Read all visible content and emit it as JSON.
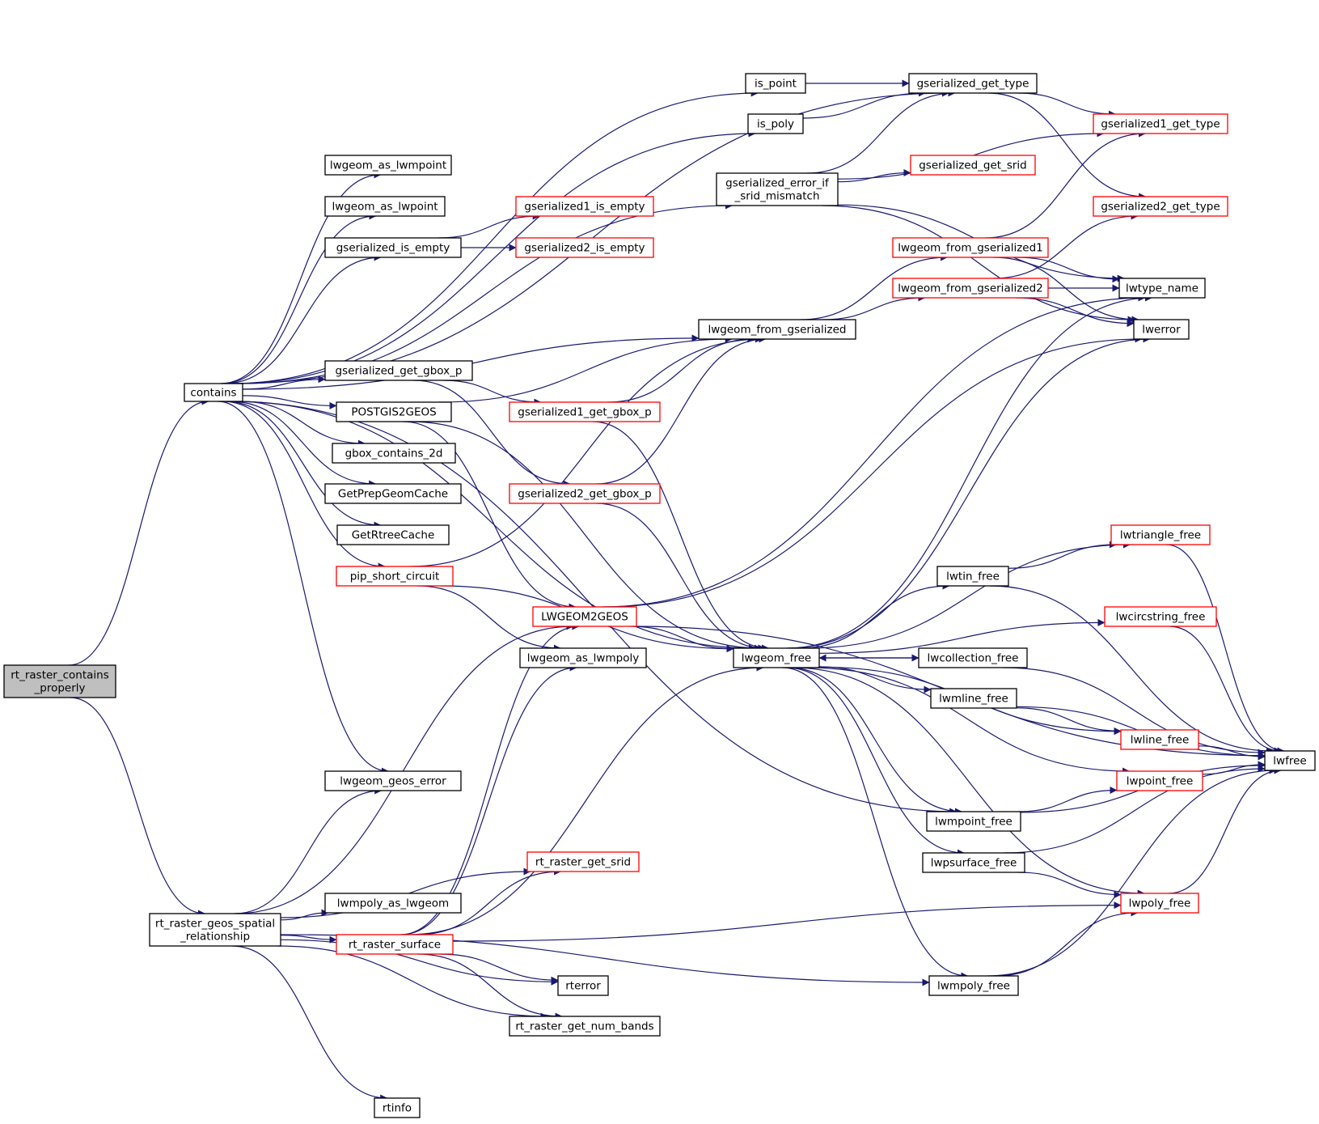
{
  "colors": {
    "edge": "#191970",
    "root_fill": "#bfbfbf",
    "black_border": "#000000",
    "red_border": "#ff0000"
  },
  "graph": {
    "nodes": {
      "rt_raster_contains_properly": {
        "lines": [
          "rt_raster_contains",
          "_properly"
        ],
        "border": "black",
        "root": true
      },
      "contains": {
        "lines": [
          "contains"
        ],
        "border": "black"
      },
      "rt_raster_geos_spatial_relationship": {
        "lines": [
          "rt_raster_geos_spatial",
          "_relationship"
        ],
        "border": "black"
      },
      "lwgeom_as_lwmpoint": {
        "lines": [
          "lwgeom_as_lwmpoint"
        ],
        "border": "black"
      },
      "lwgeom_as_lwpoint": {
        "lines": [
          "lwgeom_as_lwpoint"
        ],
        "border": "black"
      },
      "gserialized_is_empty": {
        "lines": [
          "gserialized_is_empty"
        ],
        "border": "black"
      },
      "gserialized_get_gbox_p": {
        "lines": [
          "gserialized_get_gbox_p"
        ],
        "border": "black"
      },
      "POSTGIS2GEOS": {
        "lines": [
          "POSTGIS2GEOS"
        ],
        "border": "black"
      },
      "gbox_contains_2d": {
        "lines": [
          "gbox_contains_2d"
        ],
        "border": "black"
      },
      "GetPrepGeomCache": {
        "lines": [
          "GetPrepGeomCache"
        ],
        "border": "black"
      },
      "GetRtreeCache": {
        "lines": [
          "GetRtreeCache"
        ],
        "border": "black"
      },
      "pip_short_circuit": {
        "lines": [
          "pip_short_circuit"
        ],
        "border": "red"
      },
      "lwgeom_geos_error": {
        "lines": [
          "lwgeom_geos_error"
        ],
        "border": "black"
      },
      "lwmpoly_as_lwgeom": {
        "lines": [
          "lwmpoly_as_lwgeom"
        ],
        "border": "black"
      },
      "rt_raster_surface": {
        "lines": [
          "rt_raster_surface"
        ],
        "border": "red"
      },
      "rtinfo": {
        "lines": [
          "rtinfo"
        ],
        "border": "black"
      },
      "gserialized1_is_empty": {
        "lines": [
          "gserialized1_is_empty"
        ],
        "border": "red"
      },
      "gserialized2_is_empty": {
        "lines": [
          "gserialized2_is_empty"
        ],
        "border": "red"
      },
      "gserialized1_get_gbox_p": {
        "lines": [
          "gserialized1_get_gbox_p"
        ],
        "border": "red"
      },
      "gserialized2_get_gbox_p": {
        "lines": [
          "gserialized2_get_gbox_p"
        ],
        "border": "red"
      },
      "LWGEOM2GEOS": {
        "lines": [
          "LWGEOM2GEOS"
        ],
        "border": "red"
      },
      "lwgeom_as_lwmpoly": {
        "lines": [
          "lwgeom_as_lwmpoly"
        ],
        "border": "black"
      },
      "rt_raster_get_srid": {
        "lines": [
          "rt_raster_get_srid"
        ],
        "border": "red"
      },
      "rterror": {
        "lines": [
          "rterror"
        ],
        "border": "black"
      },
      "rt_raster_get_num_bands": {
        "lines": [
          "rt_raster_get_num_bands"
        ],
        "border": "black"
      },
      "is_point": {
        "lines": [
          "is_point"
        ],
        "border": "black"
      },
      "is_poly": {
        "lines": [
          "is_poly"
        ],
        "border": "black"
      },
      "gserialized_error_if_srid_mismatch": {
        "lines": [
          "gserialized_error_if",
          "_srid_mismatch"
        ],
        "border": "black"
      },
      "lwgeom_from_gserialized": {
        "lines": [
          "lwgeom_from_gserialized"
        ],
        "border": "black"
      },
      "lwgeom_free": {
        "lines": [
          "lwgeom_free"
        ],
        "border": "black"
      },
      "gserialized_get_type": {
        "lines": [
          "gserialized_get_type"
        ],
        "border": "black"
      },
      "gserialized_get_srid": {
        "lines": [
          "gserialized_get_srid"
        ],
        "border": "red"
      },
      "lwgeom_from_gserialized1": {
        "lines": [
          "lwgeom_from_gserialized1"
        ],
        "border": "red"
      },
      "lwgeom_from_gserialized2": {
        "lines": [
          "lwgeom_from_gserialized2"
        ],
        "border": "red"
      },
      "lwtin_free": {
        "lines": [
          "lwtin_free"
        ],
        "border": "black"
      },
      "lwcollection_free": {
        "lines": [
          "lwcollection_free"
        ],
        "border": "black"
      },
      "lwmline_free": {
        "lines": [
          "lwmline_free"
        ],
        "border": "black"
      },
      "lwmpoint_free": {
        "lines": [
          "lwmpoint_free"
        ],
        "border": "black"
      },
      "lwpsurface_free": {
        "lines": [
          "lwpsurface_free"
        ],
        "border": "black"
      },
      "lwmpoly_free": {
        "lines": [
          "lwmpoly_free"
        ],
        "border": "black"
      },
      "gserialized1_get_type": {
        "lines": [
          "gserialized1_get_type"
        ],
        "border": "red"
      },
      "gserialized2_get_type": {
        "lines": [
          "gserialized2_get_type"
        ],
        "border": "red"
      },
      "lwtype_name": {
        "lines": [
          "lwtype_name"
        ],
        "border": "black"
      },
      "lwerror": {
        "lines": [
          "lwerror"
        ],
        "border": "black"
      },
      "lwtriangle_free": {
        "lines": [
          "lwtriangle_free"
        ],
        "border": "red"
      },
      "lwcircstring_free": {
        "lines": [
          "lwcircstring_free"
        ],
        "border": "red"
      },
      "lwline_free": {
        "lines": [
          "lwline_free"
        ],
        "border": "red"
      },
      "lwpoint_free": {
        "lines": [
          "lwpoint_free"
        ],
        "border": "red"
      },
      "lwpoly_free": {
        "lines": [
          "lwpoly_free"
        ],
        "border": "red"
      },
      "lwfree": {
        "lines": [
          "lwfree"
        ],
        "border": "black"
      }
    },
    "edges": [
      [
        "rt_raster_contains_properly",
        "contains"
      ],
      [
        "rt_raster_contains_properly",
        "rt_raster_geos_spatial_relationship"
      ],
      [
        "contains",
        "gserialized_get_type"
      ],
      [
        "contains",
        "is_point"
      ],
      [
        "contains",
        "is_poly"
      ],
      [
        "contains",
        "lwgeom_as_lwmpoint"
      ],
      [
        "contains",
        "lwgeom_as_lwpoint"
      ],
      [
        "contains",
        "gserialized_is_empty"
      ],
      [
        "contains",
        "gserialized_error_if_srid_mismatch"
      ],
      [
        "contains",
        "lwgeom_from_gserialized"
      ],
      [
        "contains",
        "gserialized_get_gbox_p"
      ],
      [
        "contains",
        "POSTGIS2GEOS"
      ],
      [
        "contains",
        "gbox_contains_2d"
      ],
      [
        "contains",
        "GetPrepGeomCache"
      ],
      [
        "contains",
        "GetRtreeCache"
      ],
      [
        "contains",
        "pip_short_circuit"
      ],
      [
        "contains",
        "lwgeom_free"
      ],
      [
        "contains",
        "lwmpoint_free"
      ],
      [
        "contains",
        "lwgeom_geos_error"
      ],
      [
        "rt_raster_geos_spatial_relationship",
        "lwgeom_geos_error"
      ],
      [
        "rt_raster_geos_spatial_relationship",
        "LWGEOM2GEOS"
      ],
      [
        "rt_raster_geos_spatial_relationship",
        "rt_raster_get_srid"
      ],
      [
        "rt_raster_geos_spatial_relationship",
        "lwmpoly_as_lwgeom"
      ],
      [
        "rt_raster_geos_spatial_relationship",
        "rt_raster_surface"
      ],
      [
        "rt_raster_geos_spatial_relationship",
        "rterror"
      ],
      [
        "rt_raster_geos_spatial_relationship",
        "rt_raster_get_num_bands"
      ],
      [
        "rt_raster_geos_spatial_relationship",
        "lwmpoly_free"
      ],
      [
        "rt_raster_geos_spatial_relationship",
        "rtinfo"
      ],
      [
        "gserialized_is_empty",
        "gserialized1_is_empty"
      ],
      [
        "gserialized_is_empty",
        "gserialized2_is_empty"
      ],
      [
        "gserialized_get_gbox_p",
        "gserialized1_get_gbox_p"
      ],
      [
        "gserialized_get_gbox_p",
        "gserialized2_get_gbox_p"
      ],
      [
        "POSTGIS2GEOS",
        "lwgeom_from_gserialized"
      ],
      [
        "POSTGIS2GEOS",
        "LWGEOM2GEOS"
      ],
      [
        "POSTGIS2GEOS",
        "lwgeom_free"
      ],
      [
        "pip_short_circuit",
        "lwgeom_from_gserialized"
      ],
      [
        "pip_short_circuit",
        "lwgeom_as_lwmpoly"
      ],
      [
        "pip_short_circuit",
        "lwgeom_free"
      ],
      [
        "rt_raster_surface",
        "LWGEOM2GEOS"
      ],
      [
        "rt_raster_surface",
        "lwgeom_as_lwmpoly"
      ],
      [
        "rt_raster_surface",
        "rt_raster_get_srid"
      ],
      [
        "rt_raster_surface",
        "lwgeom_free"
      ],
      [
        "rt_raster_surface",
        "lwpoly_free"
      ],
      [
        "rt_raster_surface",
        "rterror"
      ],
      [
        "rt_raster_surface",
        "rt_raster_get_num_bands"
      ],
      [
        "gserialized1_get_gbox_p",
        "lwgeom_from_gserialized"
      ],
      [
        "gserialized1_get_gbox_p",
        "lwgeom_free"
      ],
      [
        "gserialized2_get_gbox_p",
        "lwgeom_from_gserialized"
      ],
      [
        "gserialized2_get_gbox_p",
        "lwgeom_free"
      ],
      [
        "LWGEOM2GEOS",
        "lwtype_name"
      ],
      [
        "LWGEOM2GEOS",
        "lwerror"
      ],
      [
        "LWGEOM2GEOS",
        "lwgeom_free"
      ],
      [
        "LWGEOM2GEOS",
        "lwfree"
      ],
      [
        "is_point",
        "gserialized_get_type"
      ],
      [
        "is_poly",
        "gserialized_get_type"
      ],
      [
        "gserialized_error_if_srid_mismatch",
        "gserialized_get_type"
      ],
      [
        "gserialized_error_if_srid_mismatch",
        "gserialized1_get_type"
      ],
      [
        "gserialized_error_if_srid_mismatch",
        "gserialized_get_srid"
      ],
      [
        "gserialized_error_if_srid_mismatch",
        "lwtype_name"
      ],
      [
        "gserialized_error_if_srid_mismatch",
        "lwerror"
      ],
      [
        "gserialized_get_type",
        "gserialized1_get_type"
      ],
      [
        "gserialized_get_type",
        "gserialized2_get_type"
      ],
      [
        "lwgeom_from_gserialized",
        "lwgeom_from_gserialized1"
      ],
      [
        "lwgeom_from_gserialized",
        "lwgeom_from_gserialized2"
      ],
      [
        "lwgeom_from_gserialized1",
        "gserialized1_get_type"
      ],
      [
        "lwgeom_from_gserialized1",
        "lwtype_name"
      ],
      [
        "lwgeom_from_gserialized1",
        "lwerror"
      ],
      [
        "lwgeom_from_gserialized2",
        "gserialized2_get_type"
      ],
      [
        "lwgeom_from_gserialized2",
        "lwtype_name"
      ],
      [
        "lwgeom_from_gserialized2",
        "lwerror"
      ],
      [
        "lwgeom_free",
        "lwtype_name"
      ],
      [
        "lwgeom_free",
        "lwerror"
      ],
      [
        "lwgeom_free",
        "lwtriangle_free"
      ],
      [
        "lwgeom_free",
        "lwtin_free"
      ],
      [
        "lwgeom_free",
        "lwcircstring_free"
      ],
      [
        "lwgeom_free",
        "lwcollection_free"
      ],
      [
        "lwgeom_free",
        "lwmline_free"
      ],
      [
        "lwgeom_free",
        "lwline_free"
      ],
      [
        "lwgeom_free",
        "lwpoint_free"
      ],
      [
        "lwgeom_free",
        "lwmpoint_free"
      ],
      [
        "lwgeom_free",
        "lwpsurface_free"
      ],
      [
        "lwgeom_free",
        "lwpoly_free"
      ],
      [
        "lwgeom_free",
        "lwmpoly_free"
      ],
      [
        "lwcollection_free",
        "lwgeom_free"
      ],
      [
        "lwcollection_free",
        "lwfree"
      ],
      [
        "lwtin_free",
        "lwtriangle_free"
      ],
      [
        "lwtin_free",
        "lwfree"
      ],
      [
        "lwmline_free",
        "lwline_free"
      ],
      [
        "lwmline_free",
        "lwfree"
      ],
      [
        "lwmpoint_free",
        "lwpoint_free"
      ],
      [
        "lwmpoint_free",
        "lwfree"
      ],
      [
        "lwpsurface_free",
        "lwpoly_free"
      ],
      [
        "lwpsurface_free",
        "lwfree"
      ],
      [
        "lwmpoly_free",
        "lwpoly_free"
      ],
      [
        "lwmpoly_free",
        "lwfree"
      ],
      [
        "lwtriangle_free",
        "lwfree"
      ],
      [
        "lwcircstring_free",
        "lwfree"
      ],
      [
        "lwline_free",
        "lwfree"
      ],
      [
        "lwpoint_free",
        "lwfree"
      ],
      [
        "lwpoly_free",
        "lwfree"
      ]
    ]
  }
}
